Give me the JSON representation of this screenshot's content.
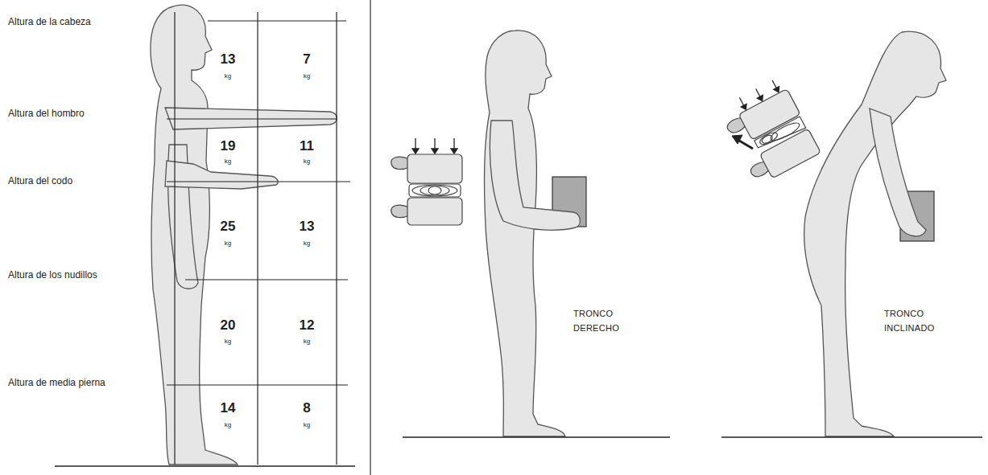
{
  "diagram": {
    "labels": [
      "Altura de la cabeza",
      "Altura del hombro",
      "Altura del codo",
      "Altura de los nudillos",
      "Altura de media pierna",
      "13",
      "kg",
      "7",
      "kg",
      "19",
      "kg",
      "11",
      "kg",
      "25",
      "kg",
      "13",
      "kg",
      "20",
      "kg",
      "12",
      "kg",
      "14",
      "kg",
      "8",
      "kg",
      "TRONCO DERECHO",
      "TRONCO INCLINADO"
    ]
  }
}
